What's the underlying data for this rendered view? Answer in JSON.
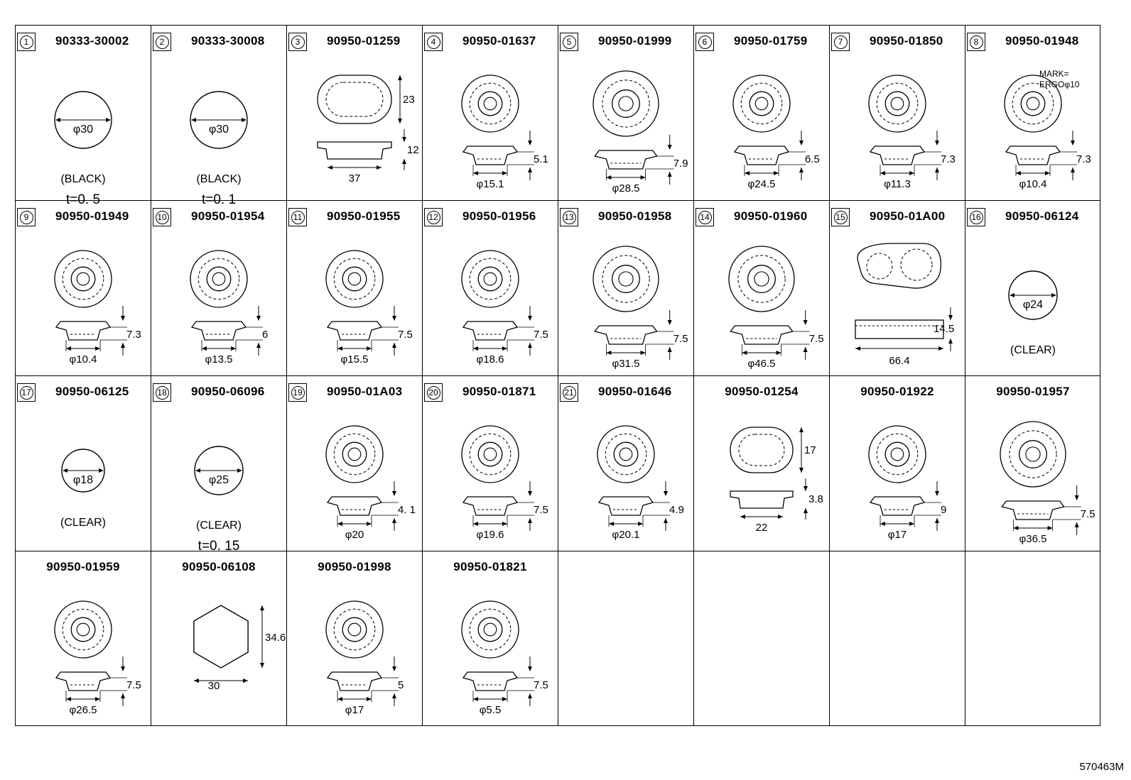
{
  "drawing_id": "570463M",
  "parts": [
    {
      "num": "1",
      "pn": "90333-30002",
      "type": "disc",
      "dia": "φ30",
      "note": "(BLACK)",
      "note2": "t=0. 5"
    },
    {
      "num": "2",
      "pn": "90333-30008",
      "type": "disc",
      "dia": "φ30",
      "note": "(BLACK)",
      "note2": "t=0. 1"
    },
    {
      "num": "3",
      "pn": "90950-01259",
      "type": "oval",
      "dims": [
        "23",
        "12",
        "37"
      ]
    },
    {
      "num": "4",
      "pn": "90950-01637",
      "type": "grommet",
      "dims": [
        "5.1",
        "φ15.1"
      ]
    },
    {
      "num": "5",
      "pn": "90950-01999",
      "type": "grommet",
      "dims": [
        "7.9",
        "φ28.5"
      ]
    },
    {
      "num": "6",
      "pn": "90950-01759",
      "type": "grommet",
      "dims": [
        "6.5",
        "φ24.5"
      ]
    },
    {
      "num": "7",
      "pn": "90950-01850",
      "type": "grommet",
      "dims": [
        "7.3",
        "φ11.3"
      ]
    },
    {
      "num": "8",
      "pn": "90950-01948",
      "type": "grommet",
      "dims": [
        "7.3",
        "φ10.4"
      ],
      "mark": "MARK=",
      "mark2": "ERGOφ10"
    },
    {
      "num": "9",
      "pn": "90950-01949",
      "type": "grommet",
      "dims": [
        "7.3",
        "φ10.4"
      ]
    },
    {
      "num": "10",
      "pn": "90950-01954",
      "type": "grommet",
      "dims": [
        "6",
        "φ13.5"
      ]
    },
    {
      "num": "11",
      "pn": "90950-01955",
      "type": "grommet",
      "dims": [
        "7.5",
        "φ15.5"
      ]
    },
    {
      "num": "12",
      "pn": "90950-01956",
      "type": "grommet",
      "dims": [
        "7.5",
        "φ18.6"
      ]
    },
    {
      "num": "13",
      "pn": "90950-01958",
      "type": "grommet",
      "dims": [
        "7.5",
        "φ31.5"
      ]
    },
    {
      "num": "14",
      "pn": "90950-01960",
      "type": "grommet",
      "dims": [
        "7.5",
        "φ46.5"
      ]
    },
    {
      "num": "15",
      "pn": "90950-01A00",
      "type": "pear",
      "dims": [
        "14.5",
        "66.4"
      ]
    },
    {
      "num": "16",
      "pn": "90950-06124",
      "type": "disc",
      "dia": "φ24",
      "note": "(CLEAR)",
      "note2": ""
    },
    {
      "num": "17",
      "pn": "90950-06125",
      "type": "disc",
      "dia": "φ18",
      "note": "(CLEAR)",
      "note2": ""
    },
    {
      "num": "18",
      "pn": "90950-06096",
      "type": "disc",
      "dia": "φ25",
      "note": "(CLEAR)",
      "note2": "t=0. 15"
    },
    {
      "num": "19",
      "pn": "90950-01A03",
      "type": "grommet",
      "dims": [
        "4. 1",
        "φ20"
      ]
    },
    {
      "num": "20",
      "pn": "90950-01871",
      "type": "grommet",
      "dims": [
        "7.5",
        "φ19.6"
      ]
    },
    {
      "num": "21",
      "pn": "90950-01646",
      "type": "grommet",
      "dims": [
        "4.9",
        "φ20.1"
      ]
    },
    {
      "num": "",
      "pn": "90950-01254",
      "type": "oval",
      "dims": [
        "17",
        "3.8",
        "22"
      ]
    },
    {
      "num": "",
      "pn": "90950-01922",
      "type": "grommet",
      "dims": [
        "9",
        "φ17"
      ]
    },
    {
      "num": "",
      "pn": "90950-01957",
      "type": "grommet",
      "dims": [
        "7.5",
        "φ36.5"
      ]
    },
    {
      "num": "",
      "pn": "90950-01959",
      "type": "grommet",
      "dims": [
        "7.5",
        "φ26.5"
      ]
    },
    {
      "num": "",
      "pn": "90950-06108",
      "type": "hex",
      "dims": [
        "34.6",
        "30"
      ]
    },
    {
      "num": "",
      "pn": "90950-01998",
      "type": "grommet",
      "dims": [
        "5",
        "φ17"
      ]
    },
    {
      "num": "",
      "pn": "90950-01821",
      "type": "grommet",
      "dims": [
        "7.5",
        "φ5.5"
      ]
    }
  ]
}
